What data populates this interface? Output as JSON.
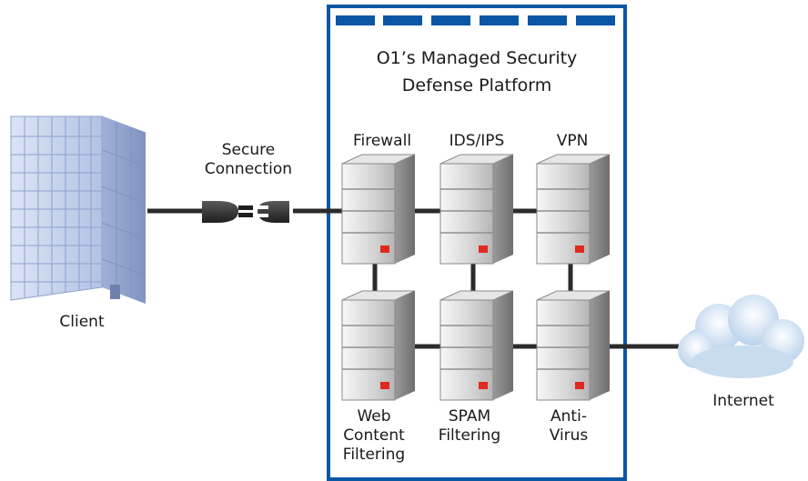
{
  "platform": {
    "title_line1": "O1’s Managed Security",
    "title_line2": "Defense Platform",
    "frame_color": "#0b57a4"
  },
  "client": {
    "label": "Client"
  },
  "connection": {
    "label_line1": "Secure",
    "label_line2": "Connection"
  },
  "internet": {
    "label": "Internet"
  },
  "servers": {
    "firewall": "Firewall",
    "ids_ips": "IDS/IPS",
    "vpn": "VPN",
    "web_content_filtering": [
      "Web",
      "Content",
      "Filtering"
    ],
    "spam_filtering": [
      "SPAM",
      "Filtering"
    ],
    "anti_virus": [
      "Anti-",
      "Virus"
    ]
  },
  "colors": {
    "line": "#2b2b2b",
    "server_light": "#f2f2f2",
    "server_dark": "#8c8c8c",
    "led": "#e0291f",
    "building": "#aebfe0",
    "cloud": "#cfe0f2"
  }
}
